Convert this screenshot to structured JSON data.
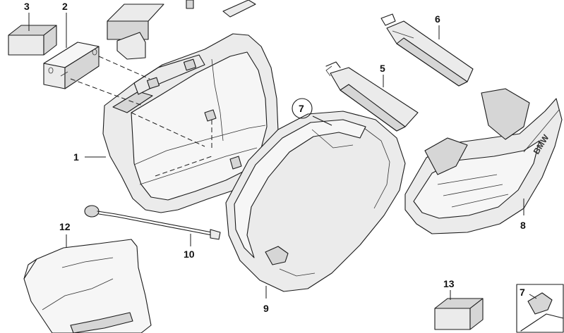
{
  "diagram": {
    "callouts": {
      "c1": "1",
      "c2": "2",
      "c3": "3",
      "c5": "5",
      "c6": "6",
      "c7": "7",
      "c8": "8",
      "c9": "9",
      "c10": "10",
      "c12": "12",
      "c13": "13",
      "c7b": "7"
    },
    "brand_mark": "BMW",
    "colors": {
      "line": "#1a1a1a",
      "fill_light": "#ebebeb",
      "fill_dark": "#d6d6d6"
    }
  }
}
